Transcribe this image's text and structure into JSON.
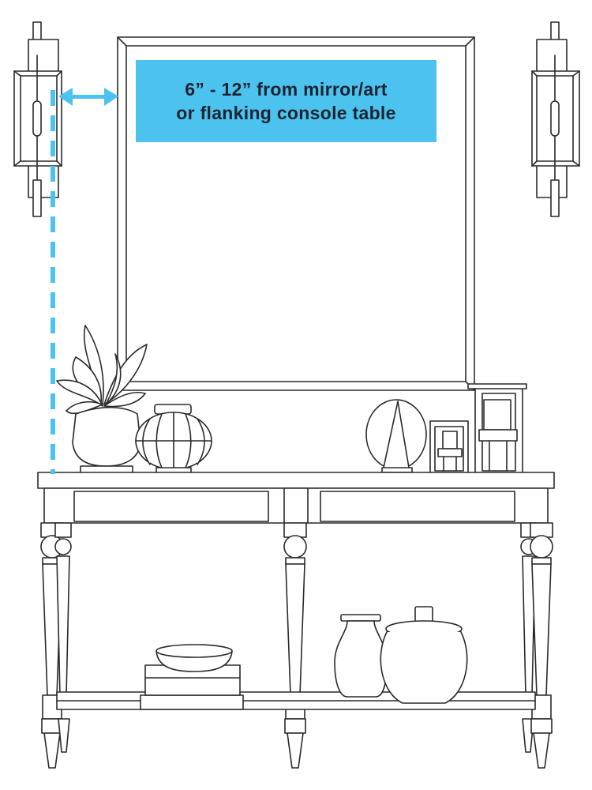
{
  "callout": {
    "line1": "6” - 12” from mirror/art",
    "line2": "or flanking console table"
  },
  "colors": {
    "accent": "#4cc3ef",
    "callout_text": "#1d2330",
    "line_art": "#2a2a2a",
    "background": "#ffffff"
  },
  "icons": {
    "distance_arrow": "double-headed-arrow-icon",
    "guide_line": "dashed-vertical-guide"
  }
}
